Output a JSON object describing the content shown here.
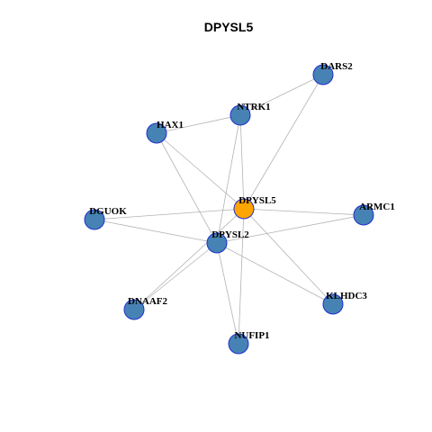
{
  "title": "DPYSL5",
  "colors": {
    "center_fill": "#FFA500",
    "neighbor_fill": "#4682B4",
    "node_border": "#1F2FD0",
    "edge": "#B3B3B3"
  },
  "nodes": [
    {
      "id": "DPYSL5",
      "role": "center"
    },
    {
      "id": "DPYSL2",
      "role": "neighbor"
    },
    {
      "id": "NTRK1",
      "role": "neighbor"
    },
    {
      "id": "DARS2",
      "role": "neighbor"
    },
    {
      "id": "HAX1",
      "role": "neighbor"
    },
    {
      "id": "DGUOK",
      "role": "neighbor"
    },
    {
      "id": "ARMC1",
      "role": "neighbor"
    },
    {
      "id": "KLHDC3",
      "role": "neighbor"
    },
    {
      "id": "NUFIP1",
      "role": "neighbor"
    },
    {
      "id": "DNAAF2",
      "role": "neighbor"
    }
  ],
  "edges": [
    [
      "DPYSL5",
      "DARS2"
    ],
    [
      "DPYSL5",
      "NTRK1"
    ],
    [
      "DPYSL5",
      "DGUOK"
    ],
    [
      "DPYSL5",
      "ARMC1"
    ],
    [
      "DPYSL5",
      "KLHDC3"
    ],
    [
      "DPYSL5",
      "NUFIP1"
    ],
    [
      "DPYSL5",
      "DNAAF2"
    ],
    [
      "DPYSL2",
      "NTRK1"
    ],
    [
      "DPYSL2",
      "HAX1"
    ],
    [
      "DPYSL2",
      "DGUOK"
    ],
    [
      "DPYSL2",
      "ARMC1"
    ],
    [
      "DPYSL2",
      "KLHDC3"
    ],
    [
      "DPYSL2",
      "NUFIP1"
    ],
    [
      "DPYSL2",
      "DNAAF2"
    ],
    [
      "NTRK1",
      "DARS2"
    ],
    [
      "NTRK1",
      "HAX1"
    ],
    [
      "HAX1",
      "DPYSL5"
    ]
  ]
}
